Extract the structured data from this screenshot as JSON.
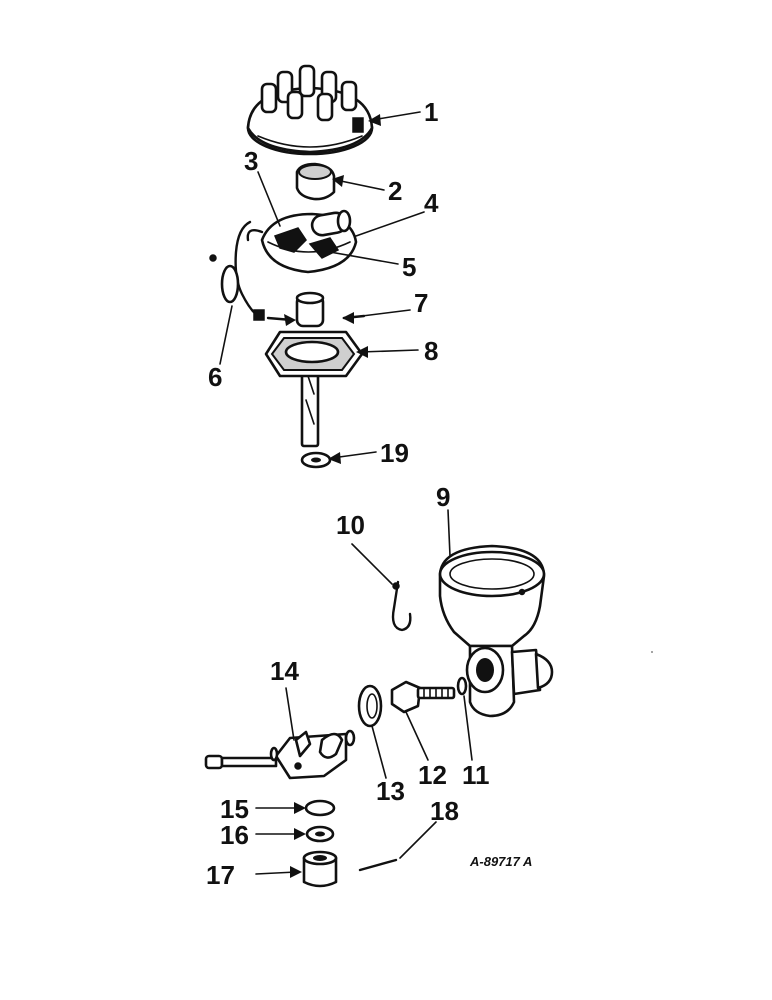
{
  "drawing_id": "A-89717 A",
  "callouts": [
    "1",
    "2",
    "3",
    "4",
    "5",
    "6",
    "7",
    "8",
    "9",
    "10",
    "11",
    "12",
    "13",
    "14",
    "15",
    "16",
    "17",
    "18",
    "19"
  ]
}
